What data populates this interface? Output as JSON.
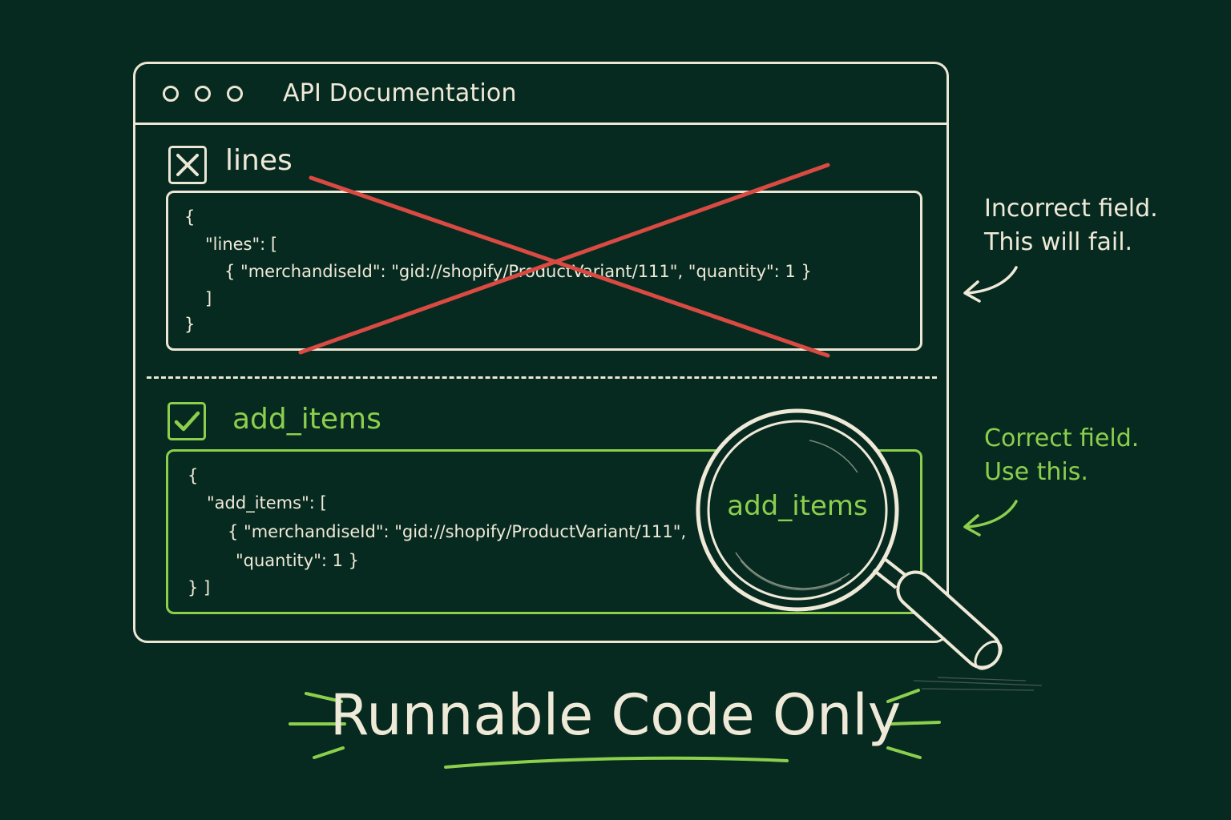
{
  "window": {
    "title": "API Documentation"
  },
  "incorrect": {
    "label": "lines",
    "code": [
      "{",
      "\"lines\": [",
      "{ \"merchandiseId\": \"gid://shopify/ProductVariant/111\", \"quantity\": 1 }",
      "]",
      "}"
    ],
    "note": [
      "Incorrect field.",
      "This will fail."
    ]
  },
  "correct": {
    "label": "add_items",
    "code": [
      "{",
      "\"add_items\": [",
      "{ \"merchandiseId\": \"gid://shopify/ProductVariant/111\",",
      "\"quantity\": 1 }",
      "} ]"
    ],
    "note": [
      "Correct field.",
      "Use this."
    ],
    "magnified": "add_items"
  },
  "tagline": "Runnable Code Only",
  "icons": {
    "window_controls": "three-circles",
    "incorrect": "x-box-icon",
    "correct": "check-box-icon",
    "magnifier": "magnifying-glass-icon"
  },
  "colors": {
    "background": "#072a20",
    "chalk": "#efe9d8",
    "error": "#d94a43",
    "success": "#8ccf4d"
  }
}
